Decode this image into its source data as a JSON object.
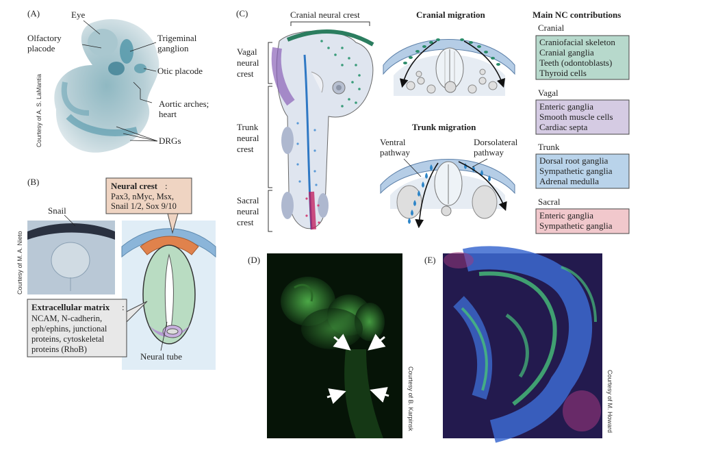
{
  "panel_a": {
    "letter": "(A)",
    "labels": {
      "eye": "Eye",
      "olfactory_1": "Olfactory",
      "olfactory_2": "placode",
      "trigeminal_1": "Trigeminal",
      "trigeminal_2": "ganglion",
      "otic": "Otic placode",
      "aortic_1": "Aortic arches;",
      "aortic_2": "heart",
      "drgs": "DRGs"
    },
    "credit": "Courtesy of A. S. LaMantia"
  },
  "panel_b": {
    "letter": "(B)",
    "snail": "Snail",
    "credit": "Courtesy of M. A. Nieto",
    "nc_box": {
      "title": "Neural crest",
      "lines": [
        "Pax3, nMyc, Msx,",
        "Snail 1/2, Sox 9/10"
      ]
    },
    "ecm_box": {
      "title": "Extracellular matrix",
      "lines": [
        "NCAM, N-cadherin,",
        "eph/ephins, junctional",
        "proteins, cytoskeletal",
        "proteins (RhoB)"
      ]
    },
    "neural_tube": "Neural tube"
  },
  "panel_c": {
    "letter": "(C)",
    "cranial_nc": "Cranial neural crest",
    "vagal": [
      "Vagal",
      "neural",
      "crest"
    ],
    "trunk": [
      "Trunk",
      "neural",
      "crest"
    ],
    "sacral": [
      "Sacral",
      "neural",
      "crest"
    ],
    "cranial_migration": "Cranial migration",
    "trunk_migration": "Trunk migration",
    "ventral": [
      "Ventral",
      "pathway"
    ],
    "dorsolateral": [
      "Dorsolateral",
      "pathway"
    ],
    "contrib_title": "Main NC contributions",
    "contributions": [
      {
        "heading": "Cranial",
        "items": [
          "Craniofacial skeleton",
          "Cranial ganglia",
          "Teeth (odontoblasts)",
          "Thyroid cells"
        ],
        "color": "#b7d9cc"
      },
      {
        "heading": "Vagal",
        "items": [
          "Enteric ganglia",
          "Smooth muscle cells",
          "Cardiac septa"
        ],
        "color": "#d5cbe3"
      },
      {
        "heading": "Trunk",
        "items": [
          "Dorsal root ganglia",
          "Sympathetic ganglia",
          "Adrenal medulla"
        ],
        "color": "#b9d3ea"
      },
      {
        "heading": "Sacral",
        "items": [
          "Enteric ganglia",
          "Sympathetic ganglia"
        ],
        "color": "#f1c8cc"
      }
    ]
  },
  "panel_d": {
    "letter": "(D)",
    "credit": "Courtesy of B. Karpinsk"
  },
  "panel_e": {
    "letter": "(E)",
    "credit": "Courtesy of M. Howard"
  }
}
